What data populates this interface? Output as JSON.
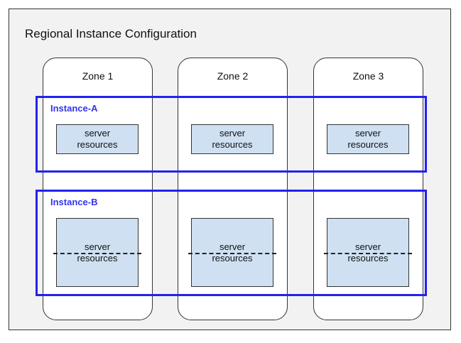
{
  "region": {
    "title": "Regional Instance Configuration",
    "background_color": "#f2f2f2",
    "border_color": "#333333"
  },
  "zones": [
    {
      "label": "Zone 1"
    },
    {
      "label": "Zone 2"
    },
    {
      "label": "Zone 3"
    }
  ],
  "instances": [
    {
      "label": "Instance-A",
      "accent_color": "#2222ee",
      "split": false,
      "resources": [
        {
          "line1": "server",
          "line2": "resources"
        },
        {
          "line1": "server",
          "line2": "resources"
        },
        {
          "line1": "server",
          "line2": "resources"
        }
      ]
    },
    {
      "label": "Instance-B",
      "accent_color": "#2222ee",
      "split": true,
      "resources": [
        {
          "line1": "server",
          "line2": "resources"
        },
        {
          "line1": "server",
          "line2": "resources"
        },
        {
          "line1": "server",
          "line2": "resources"
        }
      ]
    }
  ],
  "colors": {
    "resource_fill": "#cfe0f2",
    "resource_border": "#333333",
    "instance_accent": "#2222ee",
    "zone_fill": "#ffffff",
    "text": "#111111"
  }
}
